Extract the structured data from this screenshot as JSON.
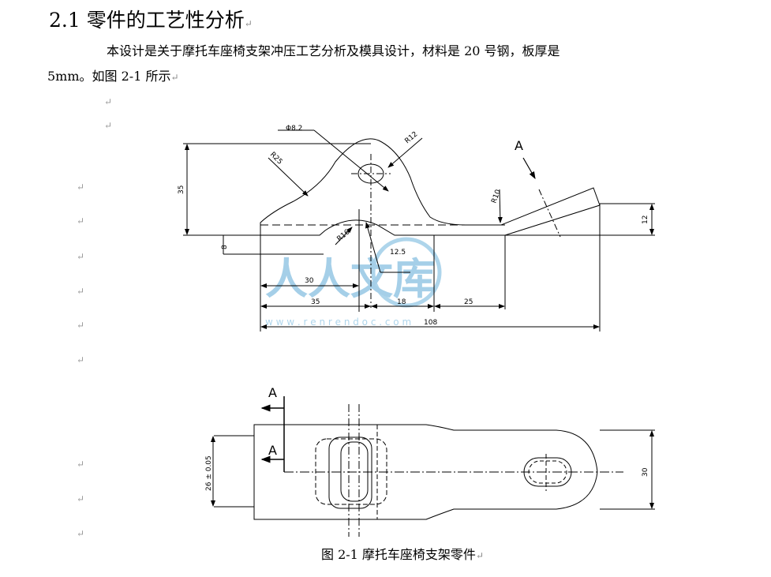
{
  "section": {
    "number": "2.1",
    "title": "零件的工艺性分析"
  },
  "intro": {
    "line1": "本设计是关于摩托车座椅支架冲压工艺分析及模具设计，材料是  20  号钢，板厚是",
    "line2": "5mm。如图 2-1 所示"
  },
  "paragraph_mark": "↵",
  "watermark": {
    "text": "人人文库",
    "url": "w w w . r e n r e n d o c . c o m",
    "color": "#8fc4e3"
  },
  "drawing_top": {
    "view_label": "A",
    "dims": {
      "hole_dia": "Φ8.2",
      "r12": "R12",
      "r25": "R25",
      "r10": "R10",
      "r16": "R16",
      "h35": "35",
      "h12": "12",
      "h8": "8",
      "d12_5": "12.5",
      "w30": "30",
      "w35": "35",
      "w18": "18",
      "w25": "25",
      "w108": "108"
    }
  },
  "drawing_bottom": {
    "section_label_1": "A",
    "section_label_2": "A",
    "dims": {
      "h26": "26 ± 0.05",
      "h30": "30"
    }
  },
  "caption": "图 2-1  摩托车座椅支架零件"
}
